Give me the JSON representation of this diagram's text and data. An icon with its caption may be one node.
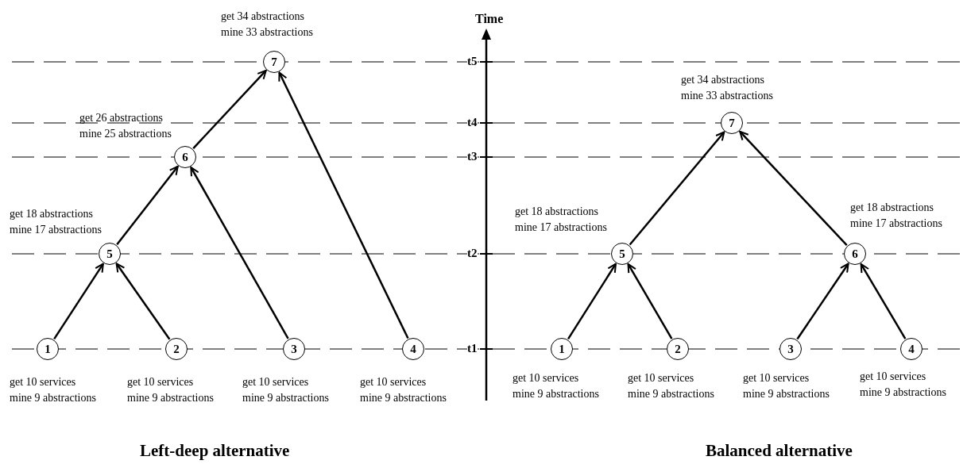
{
  "diagram": {
    "nodes": [
      {
        "text": [
          "1"
        ],
        "beside": [
          "get 10 services mine 9 abstractions"
        ]
      },
      {
        "text": [
          "2"
        ],
        "beside": [
          "get 10 services mine 9 abstractions"
        ]
      },
      {
        "text": [
          "3"
        ],
        "beside": [
          "get 10 services mine 9 abstractions"
        ]
      },
      {
        "text": [
          "4"
        ],
        "beside": [
          "get 10 services mine 9 abstractions"
        ]
      },
      {
        "text": [
          "5"
        ],
        "beside": [
          "get 18 abstractions mine 17 abstractions"
        ]
      },
      {
        "text": [
          "6"
        ],
        "beside": [
          "get 26 abstractions mine 25 abstractions"
        ]
      },
      {
        "text": [
          "7"
        ],
        "beside": [
          "get 34 abstractions mine 33 abstractions"
        ]
      },
      {
        "text": [
          "1"
        ],
        "beside": [
          "get 10 services mine 9 abstractions"
        ]
      },
      {
        "text": [
          "2"
        ],
        "beside": [
          "get 10 services mine 9 abstractions"
        ]
      },
      {
        "text": [
          "3"
        ],
        "beside": [
          "get 10 services mine 9 abstractions"
        ]
      },
      {
        "text": [
          "4"
        ],
        "beside": [
          "get 10 services mine 9 abstractions"
        ]
      },
      {
        "text": [
          "5"
        ],
        "beside": [
          "get 18 abstractions mine 17 abstractions"
        ]
      },
      {
        "text": [
          "6"
        ],
        "beside": [
          "get 18 abstractions mine 17 abstractions"
        ]
      },
      {
        "text": [
          "7"
        ],
        "beside": [
          "get 34 abstractions mine 33 abstractions"
        ]
      }
    ],
    "edges": [
      {
        "from": 0,
        "to": 4,
        "arrow": "to"
      },
      {
        "from": 1,
        "to": 4,
        "arrow": "to"
      },
      {
        "from": 4,
        "to": 5,
        "arrow": "to"
      },
      {
        "from": 2,
        "to": 5,
        "arrow": "to"
      },
      {
        "from": 5,
        "to": 6,
        "arrow": "to"
      },
      {
        "from": 3,
        "to": 6,
        "arrow": "to"
      },
      {
        "from": 7,
        "to": 11,
        "arrow": "to"
      },
      {
        "from": 8,
        "to": 11,
        "arrow": "to"
      },
      {
        "from": 9,
        "to": 12,
        "arrow": "to"
      },
      {
        "from": 10,
        "to": 12,
        "arrow": "to"
      },
      {
        "from": 11,
        "to": 13,
        "arrow": "to"
      },
      {
        "from": 12,
        "to": 13,
        "arrow": "to"
      }
    ],
    "labels": [
      "Time",
      "t5",
      "t4",
      "t3",
      "t2",
      "t1",
      "Left-deep alternative",
      "Balanced alternative"
    ]
  }
}
